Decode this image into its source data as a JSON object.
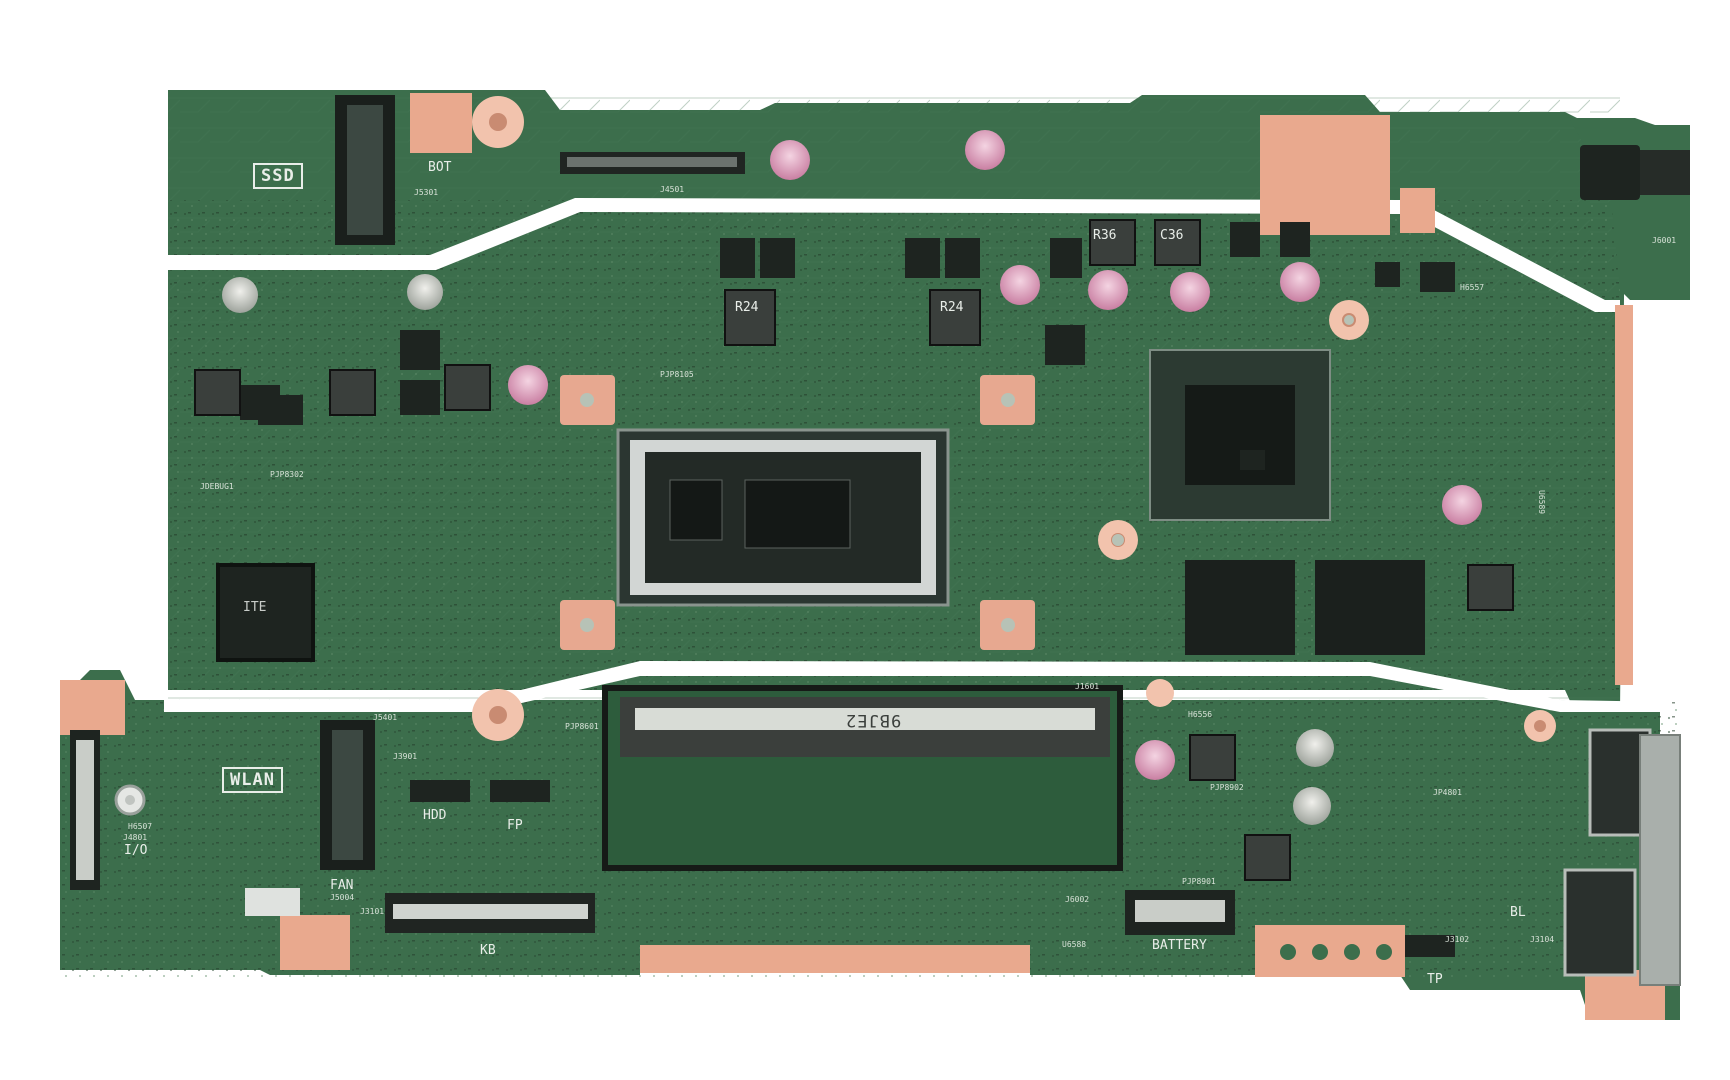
{
  "labels": {
    "ssd": "SSD",
    "bot": "BOT",
    "j5301": "J5301",
    "j4501": "J4501",
    "j6001": "J6001",
    "h6557": "H6557",
    "pjp8105": "PJP8105",
    "pjp8302": "PJP8302",
    "jdebug1": "JDEBUG1",
    "u6589": "U6589",
    "j1601": "J1601",
    "h6556": "H6556",
    "j5401": "J5401",
    "j3901": "J3901",
    "pjp8601": "PJP8601",
    "jp4801": "JP4801",
    "pjp8902": "PJP8902",
    "j6002": "J6002",
    "pjp8901": "PJP8901",
    "wlan": "WLAN",
    "hdd": "HDD",
    "fp": "FP",
    "h6507": "H6507",
    "j4801": "J4801",
    "io": "I/O",
    "fan": "FAN",
    "j5004": "J5004",
    "j3101": "J3101",
    "kb": "KB",
    "u6588": "U6588",
    "battery": "BATTERY",
    "tp": "TP",
    "j3102": "J3102",
    "j3104": "J3104",
    "bl": "BL",
    "ddr": "9BJE2",
    "ite": "ITE",
    "r36": "R36",
    "c36": "C36",
    "r24a": "R24",
    "r24b": "R24"
  },
  "colors": {
    "pcb": "#3c6e4c",
    "pcb_dark": "#2f5a3d",
    "copper": "#e9a98e",
    "silk": "#e9eee9",
    "chip": "#1e2420",
    "cap_top": "#e9b6cc"
  }
}
